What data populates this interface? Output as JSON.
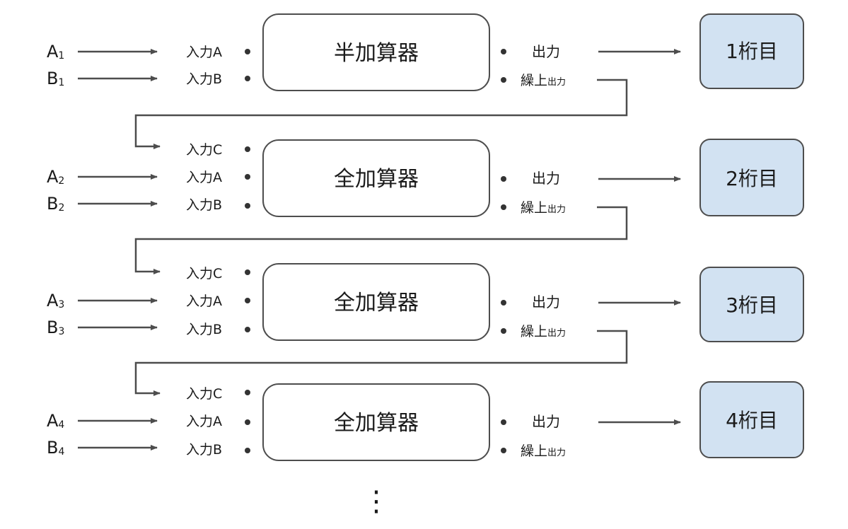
{
  "colors": {
    "line": "#4d4d4d",
    "adder_fill": "#ffffff",
    "digit_fill": "#d2e2f2",
    "text": "#1a1a1a"
  },
  "stages": [
    {
      "inputs": {
        "a_main": "A",
        "a_sub": "1",
        "b_main": "B",
        "b_sub": "1"
      },
      "ports": {
        "in_a": "入力A",
        "in_b": "入力B",
        "out_main": "出力",
        "carry_main": "繰上",
        "carry_sub": "出力"
      },
      "adder": "半加算器",
      "digit": "1桁目"
    },
    {
      "inputs": {
        "a_main": "A",
        "a_sub": "2",
        "b_main": "B",
        "b_sub": "2"
      },
      "ports": {
        "in_c": "入力C",
        "in_a": "入力A",
        "in_b": "入力B",
        "out_main": "出力",
        "carry_main": "繰上",
        "carry_sub": "出力"
      },
      "adder": "全加算器",
      "digit": "2桁目"
    },
    {
      "inputs": {
        "a_main": "A",
        "a_sub": "3",
        "b_main": "B",
        "b_sub": "3"
      },
      "ports": {
        "in_c": "入力C",
        "in_a": "入力A",
        "in_b": "入力B",
        "out_main": "出力",
        "carry_main": "繰上",
        "carry_sub": "出力"
      },
      "adder": "全加算器",
      "digit": "3桁目"
    },
    {
      "inputs": {
        "a_main": "A",
        "a_sub": "4",
        "b_main": "B",
        "b_sub": "4"
      },
      "ports": {
        "in_c": "入力C",
        "in_a": "入力A",
        "in_b": "入力B",
        "out_main": "出力",
        "carry_main": "繰上",
        "carry_sub": "出力"
      },
      "adder": "全加算器",
      "digit": "4桁目"
    }
  ],
  "continuation": "⋮"
}
